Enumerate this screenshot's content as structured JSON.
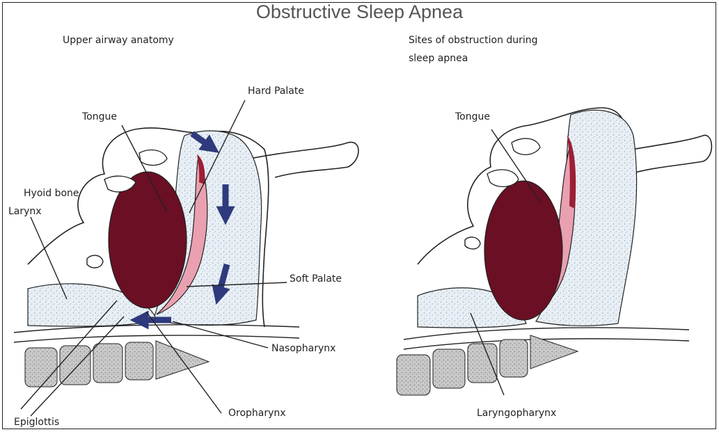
{
  "title": "Obstructive Sleep Apnea",
  "panels": {
    "left": {
      "heading": "Upper airway anatomy",
      "labels": {
        "hard_palate": "Hard Palate",
        "tongue": "Tongue",
        "hyoid_bone": "Hyoid bone",
        "larynx": "Larynx",
        "soft_palate": "Soft Palate",
        "nasopharynx": "Nasopharynx",
        "oropharynx": "Oropharynx",
        "epiglottis": "Epiglottis"
      }
    },
    "right": {
      "heading_line1": "Sites of obstruction during",
      "heading_line2": "sleep apnea",
      "labels": {
        "tongue": "Tongue",
        "laryngopharynx": "Laryngopharynx"
      }
    }
  },
  "colors": {
    "tongue": "#6b0f24",
    "soft_palate": "#e9a0b0",
    "tissue": "#e6eef5",
    "arrow": "#2e3a7c",
    "vertebra": "#bdbdbd",
    "outline": "#222222"
  }
}
